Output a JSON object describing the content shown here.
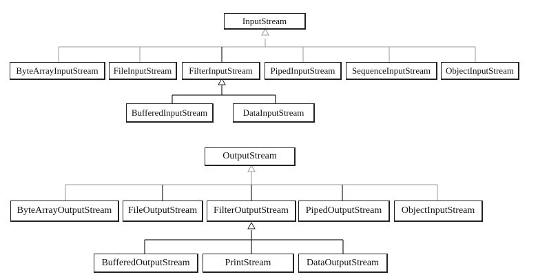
{
  "input_hierarchy": {
    "root": "InputStream",
    "children": [
      "ByteArrayInputStream",
      "FileInputStream",
      "FilterInputStream",
      "PipedInputStream",
      "SequenceInputStream",
      "ObjectInputStream"
    ],
    "filter_children": [
      "BufferedInputStream",
      "DataInputStream"
    ]
  },
  "output_hierarchy": {
    "root": "OutputStream",
    "children": [
      "ByteArrayOutputStream",
      "FileOutputStream",
      "FilterOutputStream",
      "PipedOutputStream",
      "ObjectInputStream"
    ],
    "filter_children": [
      "BufferedOutputStream",
      "PrintStream",
      "DataOutputStream"
    ]
  },
  "colors": {
    "line": "#222222",
    "light_line": "#999999",
    "box_border": "#222222"
  }
}
